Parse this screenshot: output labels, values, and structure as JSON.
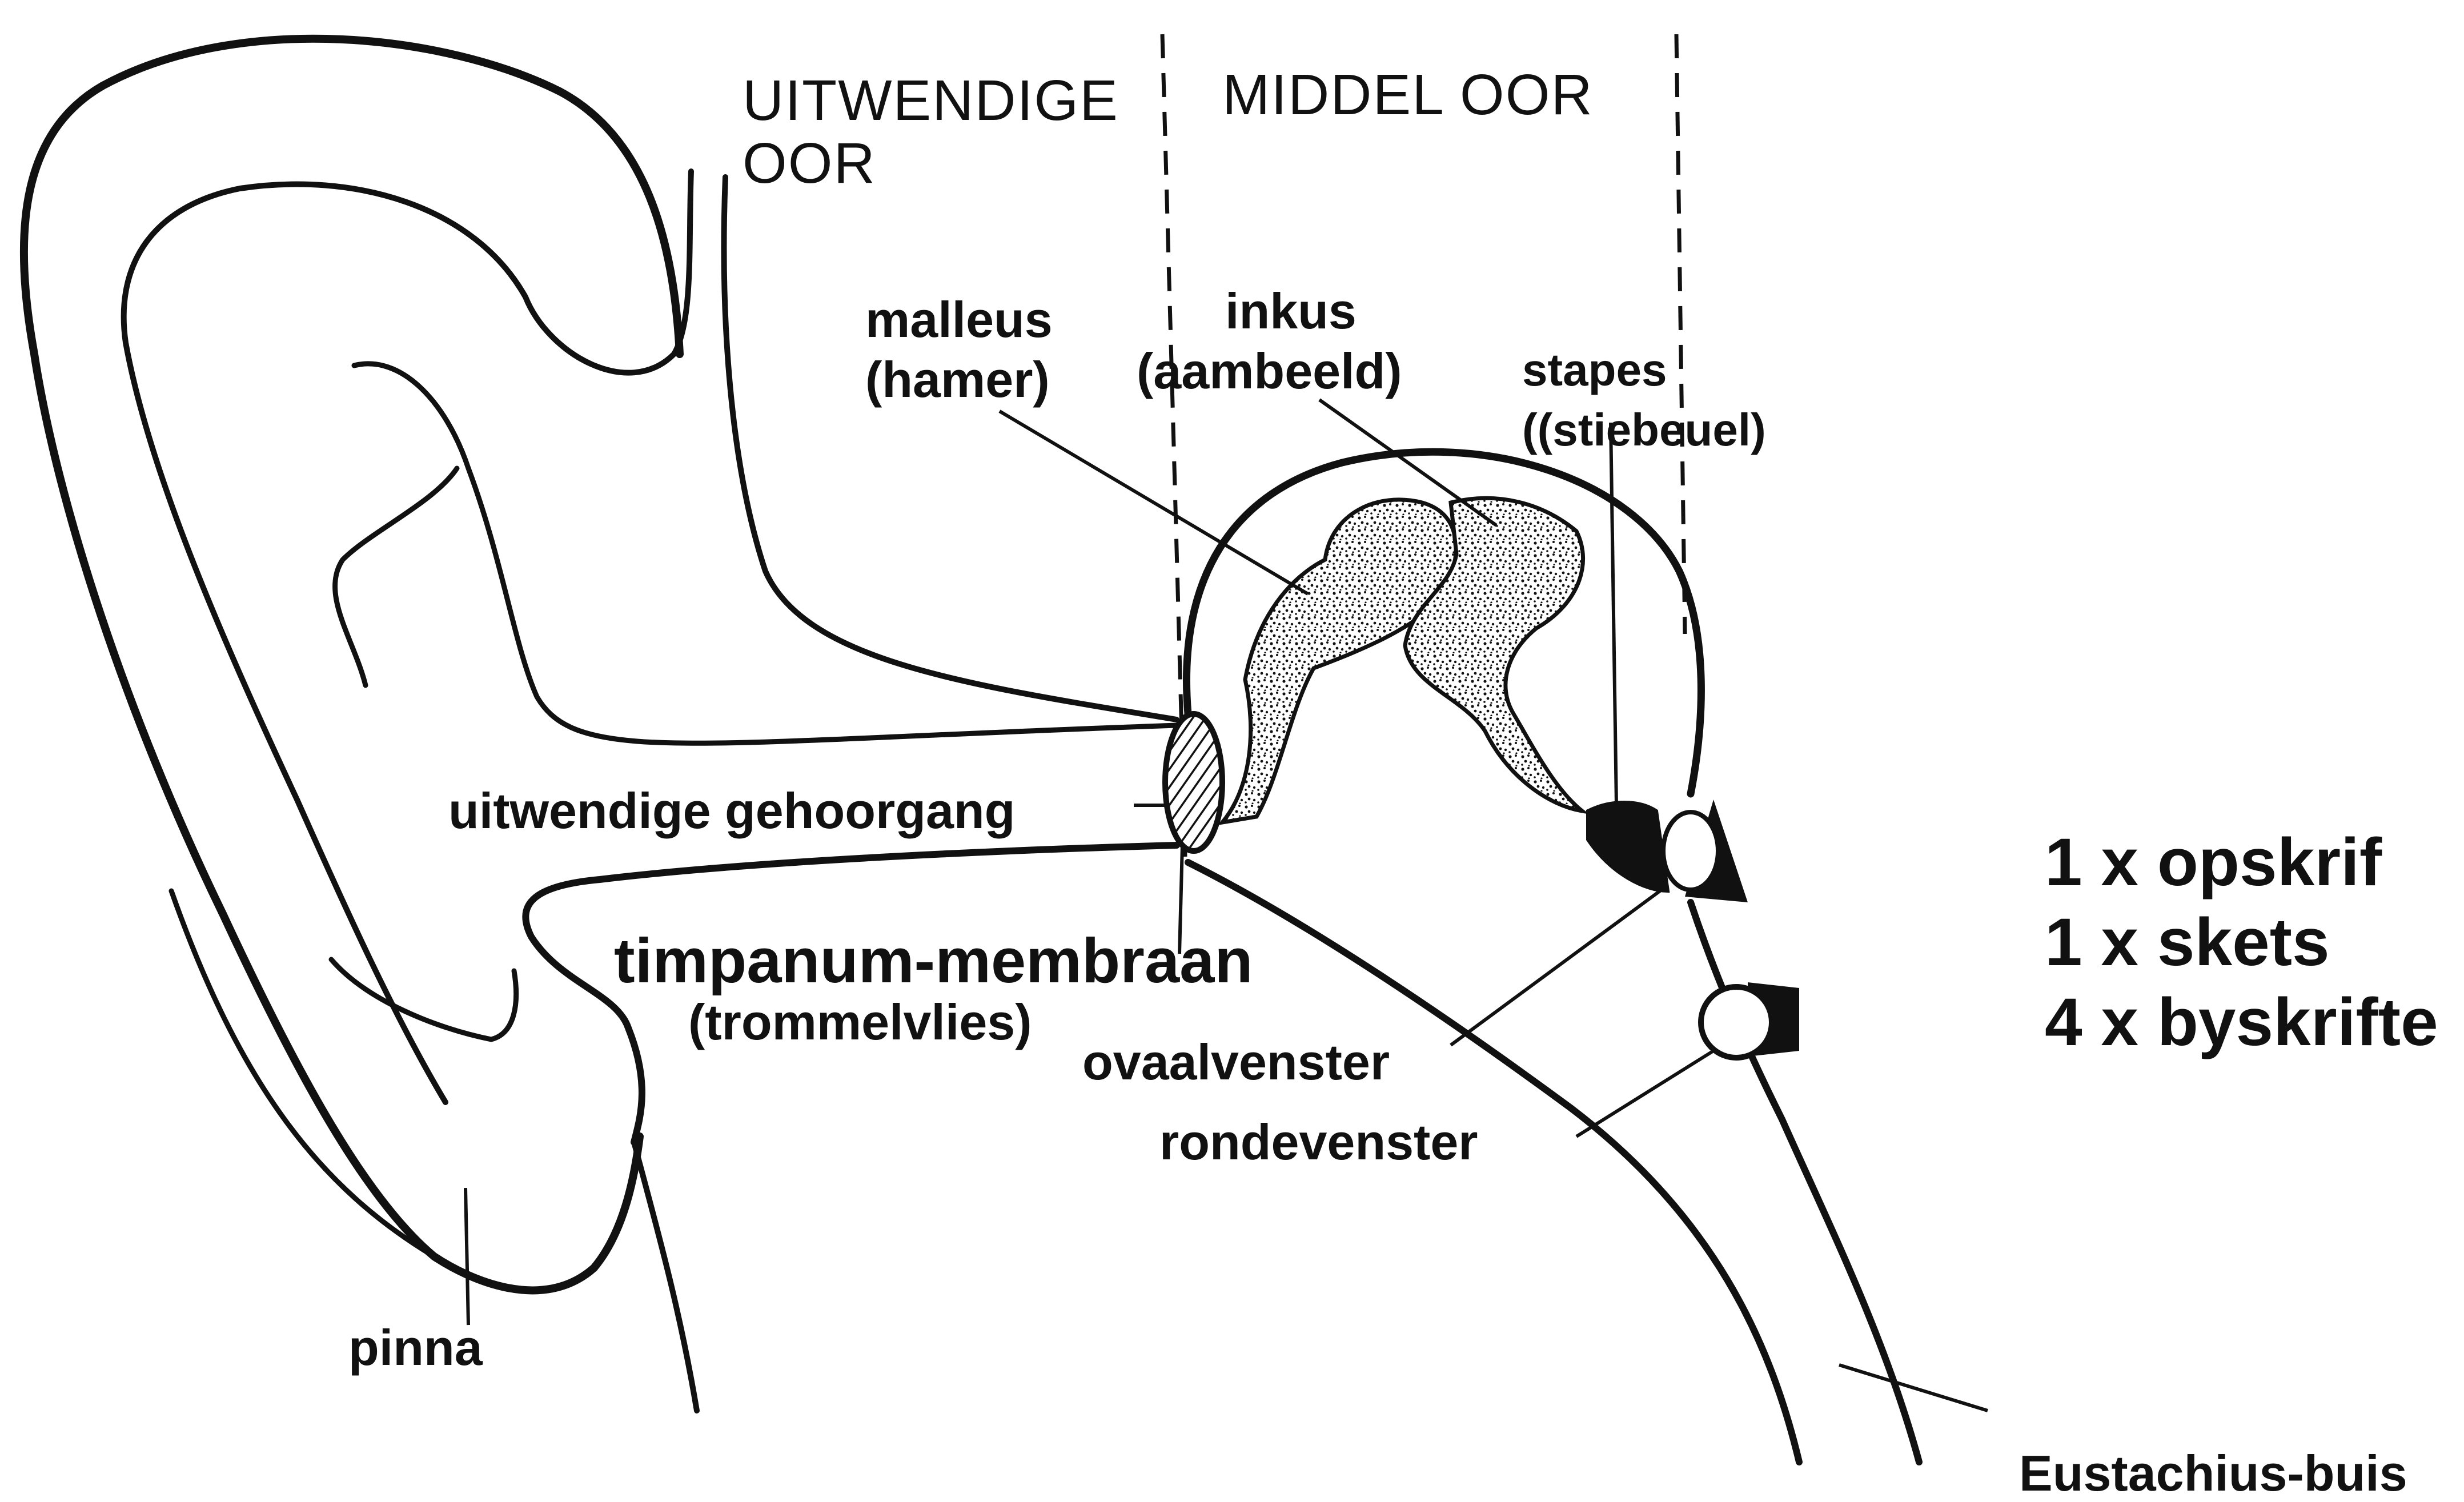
{
  "regions": {
    "outer_ear_line1": "UITWENDIGE",
    "outer_ear_line2": "OOR",
    "middle_ear": "MIDDEL OOR"
  },
  "labels": {
    "malleus_line1": "malleus",
    "malleus_line2": "(hamer)",
    "inkus_line1": "inkus",
    "inkus_line2": "(aambeeld)",
    "stapes_line1": "stapes",
    "stapes_line2": "((stiebeuel)",
    "ear_canal": "uitwendige gehoorgang",
    "tympanum_line1": "timpanum-membraan",
    "tympanum_line2": "(trommelvlies)",
    "oval_window": "ovaalvenster",
    "round_window": "rondevenster",
    "pinna": "pinna",
    "eustachian": "Eustachius-buis"
  },
  "marking_notes": [
    "1 x opskrif",
    "1 x skets",
    "4 x byskrifte"
  ]
}
